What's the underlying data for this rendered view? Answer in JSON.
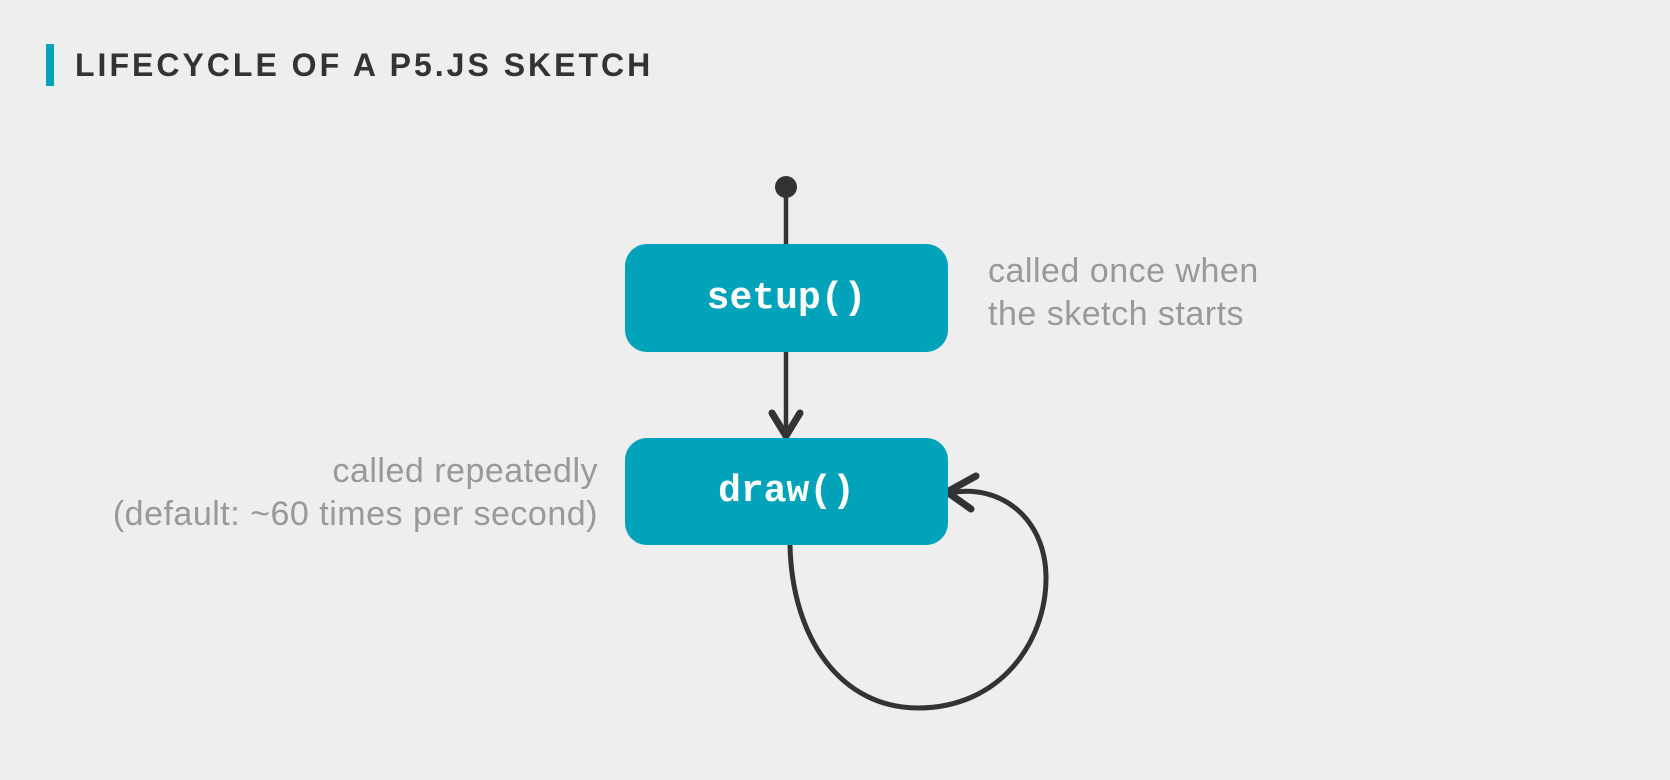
{
  "title": {
    "text": "LIFECYCLE OF A P5.JS SKETCH"
  },
  "colors": {
    "background": "#eeeeee",
    "accent": "#00a3ba",
    "ink": "#333333",
    "muted": "#999999",
    "node-text": "#ffffff"
  },
  "diagram": {
    "start": {
      "name": "start"
    },
    "nodes": [
      {
        "id": "setup",
        "label": "setup()",
        "annotation": {
          "side": "right",
          "lines": [
            "called once when",
            "the sketch starts"
          ]
        }
      },
      {
        "id": "draw",
        "label": "draw()",
        "annotation": {
          "side": "left",
          "lines": [
            "called repeatedly",
            "(default: ~60 times per second)"
          ]
        }
      }
    ],
    "edges": [
      {
        "from": "start",
        "to": "setup",
        "type": "line"
      },
      {
        "from": "setup",
        "to": "draw",
        "type": "arrow"
      },
      {
        "from": "draw",
        "to": "draw",
        "type": "loop-arrow"
      }
    ]
  }
}
